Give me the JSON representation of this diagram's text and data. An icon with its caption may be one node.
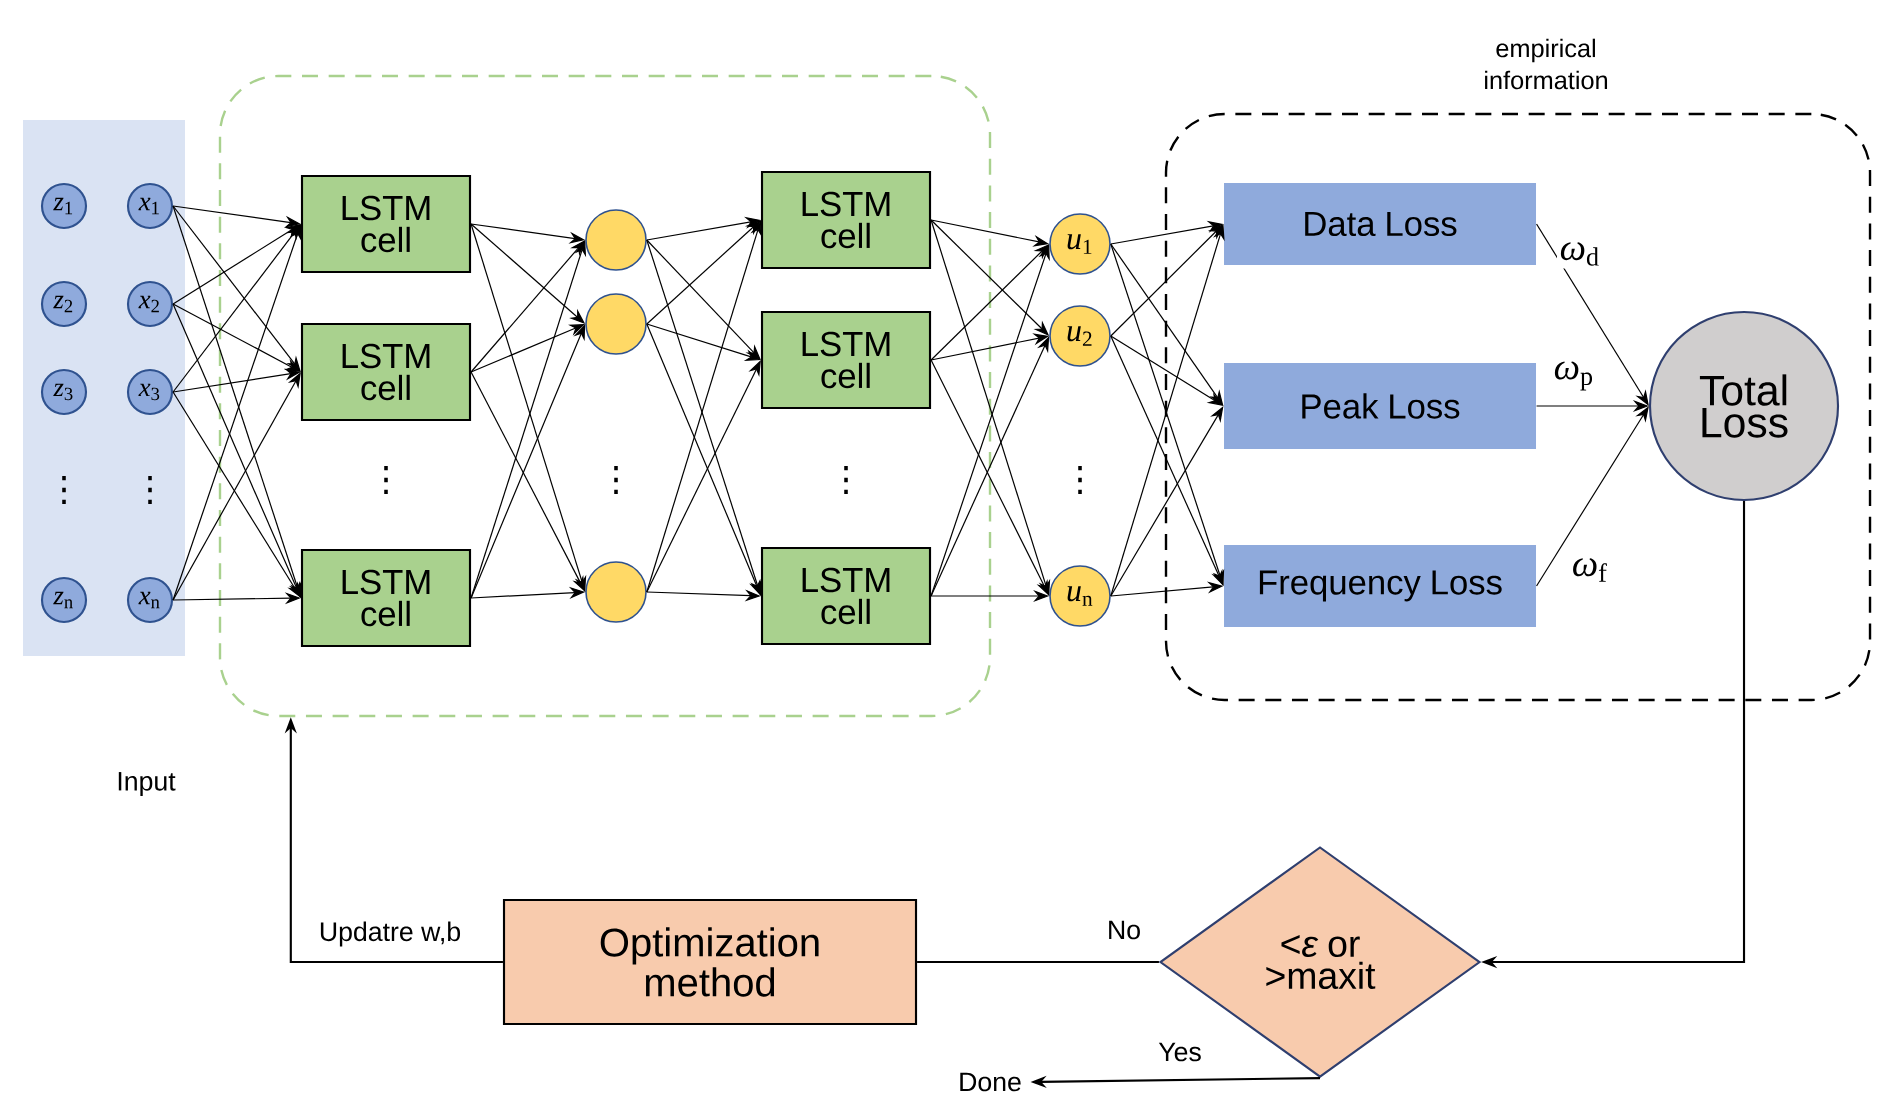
{
  "diagram": {
    "nodes": [
      {
        "text": [],
        "shape": "box"
      },
      {
        "text": [
          "*z*$_{1}$"
        ],
        "in": 0
      },
      {
        "text": [
          "*z*$_{2}$"
        ],
        "in": 0
      },
      {
        "text": [
          "*z*$_{3}$"
        ],
        "in": 0
      },
      {
        "text": [
          "*z*$_{n}$"
        ],
        "in": 0
      },
      {
        "text": [
          "*x*$_{1}$"
        ],
        "in": 0
      },
      {
        "text": [
          "*x*$_{2}$"
        ],
        "in": 0
      },
      {
        "text": [
          "*x*$_{3}$"
        ],
        "in": 0
      },
      {
        "text": [
          "*x*$_{n}$"
        ],
        "in": 0
      },
      {
        "text": [],
        "shape": "box"
      },
      {
        "text": [
          "LSTM cell"
        ],
        "in": 9
      },
      {
        "text": [
          "LSTM cell"
        ],
        "in": 9
      },
      {
        "text": [
          "LSTM cell"
        ],
        "in": 9
      },
      {
        "text": [],
        "shape": "circle",
        "in": 9
      },
      {
        "text": [],
        "shape": "circle",
        "in": 9
      },
      {
        "text": [],
        "shape": "circle",
        "in": 9
      },
      {
        "text": [
          "LSTM cell"
        ],
        "in": 9
      },
      {
        "text": [
          "LSTM cell"
        ],
        "in": 9
      },
      {
        "text": [
          "LSTM cell"
        ],
        "in": 9
      },
      {
        "text": [
          "*u*$_{1}$"
        ]
      },
      {
        "text": [
          "*u*$_{2}$"
        ]
      },
      {
        "text": [
          "*u*$_{n}$"
        ]
      },
      {
        "text": [
          "empirical information"
        ]
      },
      {
        "text": [
          "Data Loss"
        ],
        "in": 22
      },
      {
        "text": [
          "Peak Loss"
        ],
        "in": 22
      },
      {
        "text": [
          "Frequency Loss"
        ],
        "in": 22
      },
      {
        "text": [
          "Total Loss"
        ],
        "in": 22
      },
      {
        "text": [
          "<*ε* or >maxit"
        ]
      },
      {
        "text": [
          "Optimization method"
        ]
      },
      {
        "text": [
          "Done"
        ]
      }
    ],
    "edges": [
      {
        "from": 5,
        "to": 10,
        "arrow": "to"
      },
      {
        "from": 5,
        "to": 11,
        "arrow": "to"
      },
      {
        "from": 5,
        "to": 12,
        "arrow": "to"
      },
      {
        "from": 6,
        "to": 10,
        "arrow": "to"
      },
      {
        "from": 6,
        "to": 11,
        "arrow": "to"
      },
      {
        "from": 6,
        "to": 12,
        "arrow": "to"
      },
      {
        "from": 7,
        "to": 10,
        "arrow": "to"
      },
      {
        "from": 7,
        "to": 11,
        "arrow": "to"
      },
      {
        "from": 7,
        "to": 12,
        "arrow": "to"
      },
      {
        "from": 8,
        "to": 10,
        "arrow": "to"
      },
      {
        "from": 8,
        "to": 11,
        "arrow": "to"
      },
      {
        "from": 8,
        "to": 12,
        "arrow": "to"
      },
      {
        "from": 10,
        "to": 13,
        "arrow": "to"
      },
      {
        "from": 10,
        "to": 14,
        "arrow": "to"
      },
      {
        "from": 10,
        "to": 15,
        "arrow": "to"
      },
      {
        "from": 11,
        "to": 13,
        "arrow": "to"
      },
      {
        "from": 11,
        "to": 14,
        "arrow": "to"
      },
      {
        "from": 11,
        "to": 15,
        "arrow": "to"
      },
      {
        "from": 12,
        "to": 13,
        "arrow": "to"
      },
      {
        "from": 12,
        "to": 14,
        "arrow": "to"
      },
      {
        "from": 12,
        "to": 15,
        "arrow": "to"
      },
      {
        "from": 13,
        "to": 16,
        "arrow": "to"
      },
      {
        "from": 13,
        "to": 17,
        "arrow": "to"
      },
      {
        "from": 13,
        "to": 18,
        "arrow": "to"
      },
      {
        "from": 14,
        "to": 16,
        "arrow": "to"
      },
      {
        "from": 14,
        "to": 17,
        "arrow": "to"
      },
      {
        "from": 14,
        "to": 18,
        "arrow": "to"
      },
      {
        "from": 15,
        "to": 16,
        "arrow": "to"
      },
      {
        "from": 15,
        "to": 17,
        "arrow": "to"
      },
      {
        "from": 15,
        "to": 18,
        "arrow": "to"
      },
      {
        "from": 16,
        "to": 19,
        "arrow": "to"
      },
      {
        "from": 16,
        "to": 20,
        "arrow": "to"
      },
      {
        "from": 16,
        "to": 21,
        "arrow": "to"
      },
      {
        "from": 17,
        "to": 19,
        "arrow": "to"
      },
      {
        "from": 17,
        "to": 20,
        "arrow": "to"
      },
      {
        "from": 17,
        "to": 21,
        "arrow": "to"
      },
      {
        "from": 18,
        "to": 19,
        "arrow": "to"
      },
      {
        "from": 18,
        "to": 20,
        "arrow": "to"
      },
      {
        "from": 18,
        "to": 21,
        "arrow": "to"
      },
      {
        "from": 19,
        "to": 23,
        "arrow": "to"
      },
      {
        "from": 19,
        "to": 24,
        "arrow": "to"
      },
      {
        "from": 19,
        "to": 25,
        "arrow": "to"
      },
      {
        "from": 20,
        "to": 23,
        "arrow": "to"
      },
      {
        "from": 20,
        "to": 24,
        "arrow": "to"
      },
      {
        "from": 20,
        "to": 25,
        "arrow": "to"
      },
      {
        "from": 21,
        "to": 23,
        "arrow": "to"
      },
      {
        "from": 21,
        "to": 24,
        "arrow": "to"
      },
      {
        "from": 21,
        "to": 25,
        "arrow": "to"
      },
      {
        "from": 23,
        "to": 26,
        "arrow": "to",
        "label": "*ω*$_{d}$"
      },
      {
        "from": 24,
        "to": 26,
        "arrow": "to",
        "label": "*ω*$_{p}$"
      },
      {
        "from": 25,
        "to": 26,
        "arrow": "to",
        "label": "*ω*$_{f}$"
      },
      {
        "from": 26,
        "to": 27,
        "arrow": "to"
      },
      {
        "from": 27,
        "to": 28,
        "arrow": "none",
        "label": "No"
      },
      {
        "from": 27,
        "to": 29,
        "arrow": "to",
        "label": "Yes"
      },
      {
        "from": 28,
        "to": 9,
        "arrow": "to",
        "label": "Updatre w,b"
      }
    ],
    "labels": [
      "⋮",
      "⋮",
      "⋮",
      "⋮",
      "⋮",
      "⋮",
      "Input"
    ]
  }
}
